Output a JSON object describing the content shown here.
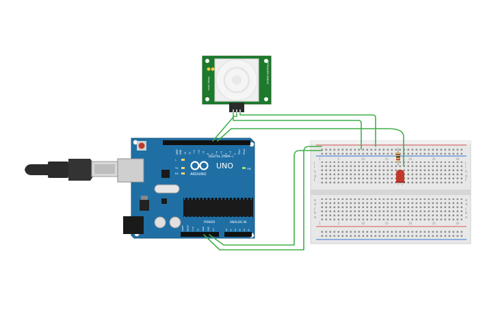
{
  "arduino": {
    "brand": "ARDUINO",
    "model": "UNO",
    "digital_header_label": "DIGITAL (PWM~)",
    "power_header_label": "POWER",
    "analog_header_label": "ANALOG IN",
    "on_label": "ON",
    "led_labels": [
      "L",
      "TX",
      "RX"
    ],
    "aref_label": "AREF",
    "gnd_label": "GND",
    "digital_pins": [
      "13",
      "12",
      "~11",
      "~10",
      "~9",
      "8",
      "7",
      "~6",
      "~5",
      "4",
      "~3",
      "2",
      "TX▸1",
      "RX◂0"
    ],
    "power_pins": [
      "IOREF",
      "RESET",
      "3.3V",
      "5V",
      "GND",
      "GND",
      "Vin"
    ],
    "analog_pins": [
      "A0",
      "A1",
      "A2",
      "A3",
      "A4",
      "A5"
    ]
  },
  "pir_sensor": {
    "left_label": "Delay  Sens",
    "right_label": "RETRIGGER  SINGLE"
  },
  "breadboard": {
    "row_letters_top": [
      "j",
      "i",
      "h",
      "g",
      "f"
    ],
    "row_letters_bottom": [
      "e",
      "d",
      "c",
      "b",
      "a"
    ],
    "column_numbers": [
      "1",
      "5",
      "10",
      "15",
      "20",
      "25",
      "30"
    ]
  },
  "colors": {
    "wire": "#3fae49",
    "arduino_board": "#1f6fa5",
    "pir_board": "#1d7a2c",
    "led": "#c0392b",
    "usb_cable": "#2b2b2b"
  }
}
